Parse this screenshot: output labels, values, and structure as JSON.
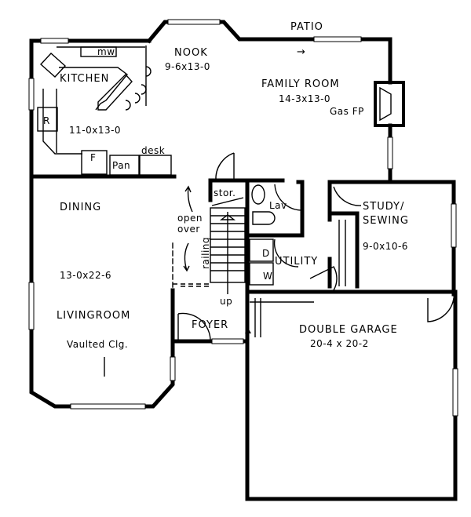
{
  "rooms": {
    "patio": "PATIO",
    "nook": {
      "name": "NOOK",
      "size": "9-6x13-0"
    },
    "kitchen": {
      "name": "KITCHEN",
      "size": "11-0x13-0"
    },
    "family_room": {
      "name": "FAMILY ROOM",
      "size": "14-3x13-0",
      "note": "Gas FP"
    },
    "dining": "DINING",
    "living_room": {
      "name": "LIVINGROOM",
      "size": "13-0x22-6",
      "note": "Vaulted Clg."
    },
    "study": {
      "name1": "STUDY/",
      "name2": "SEWING",
      "size": "9-0x10-6"
    },
    "utility": "UTILITY",
    "lav": "Lav",
    "storage": "stor.",
    "foyer": "FOYER",
    "garage": {
      "name": "DOUBLE GARAGE",
      "size": "20-4 x 20-2"
    }
  },
  "fixtures": {
    "microwave": "mw",
    "refrigerator": "R",
    "freezer": "F",
    "pantry": "Pan",
    "desk": "desk",
    "dryer": "D",
    "washer": "W"
  },
  "annotations": {
    "open": "open",
    "over": "over",
    "railing": "railing",
    "up": "up",
    "arrow": "→"
  }
}
